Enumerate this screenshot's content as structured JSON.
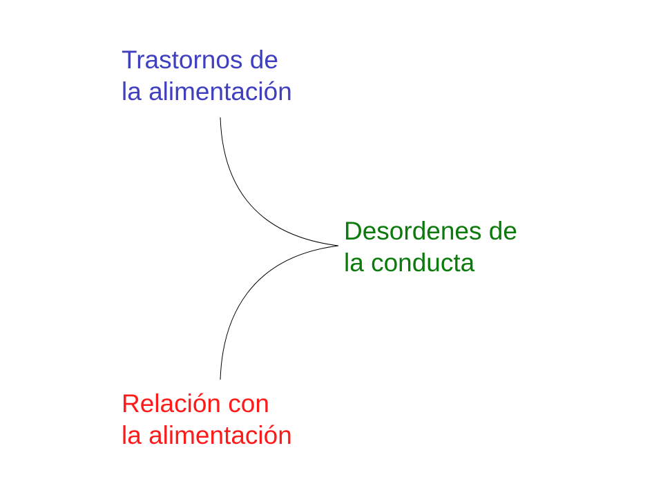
{
  "diagram": {
    "nodes": {
      "top": {
        "lines": [
          "Trastornos de",
          "la alimentación"
        ],
        "color": "#3f3fbf"
      },
      "right": {
        "lines": [
          "Desordenes de",
          "la conducta"
        ],
        "color": "#0a7a0a"
      },
      "bottom": {
        "lines": [
          "Relación con",
          "la alimentación"
        ],
        "color": "#ff1a1a"
      }
    },
    "edges": [
      {
        "from": "top",
        "to": "right"
      },
      {
        "from": "bottom",
        "to": "right"
      }
    ],
    "edge_color": "#000000"
  }
}
